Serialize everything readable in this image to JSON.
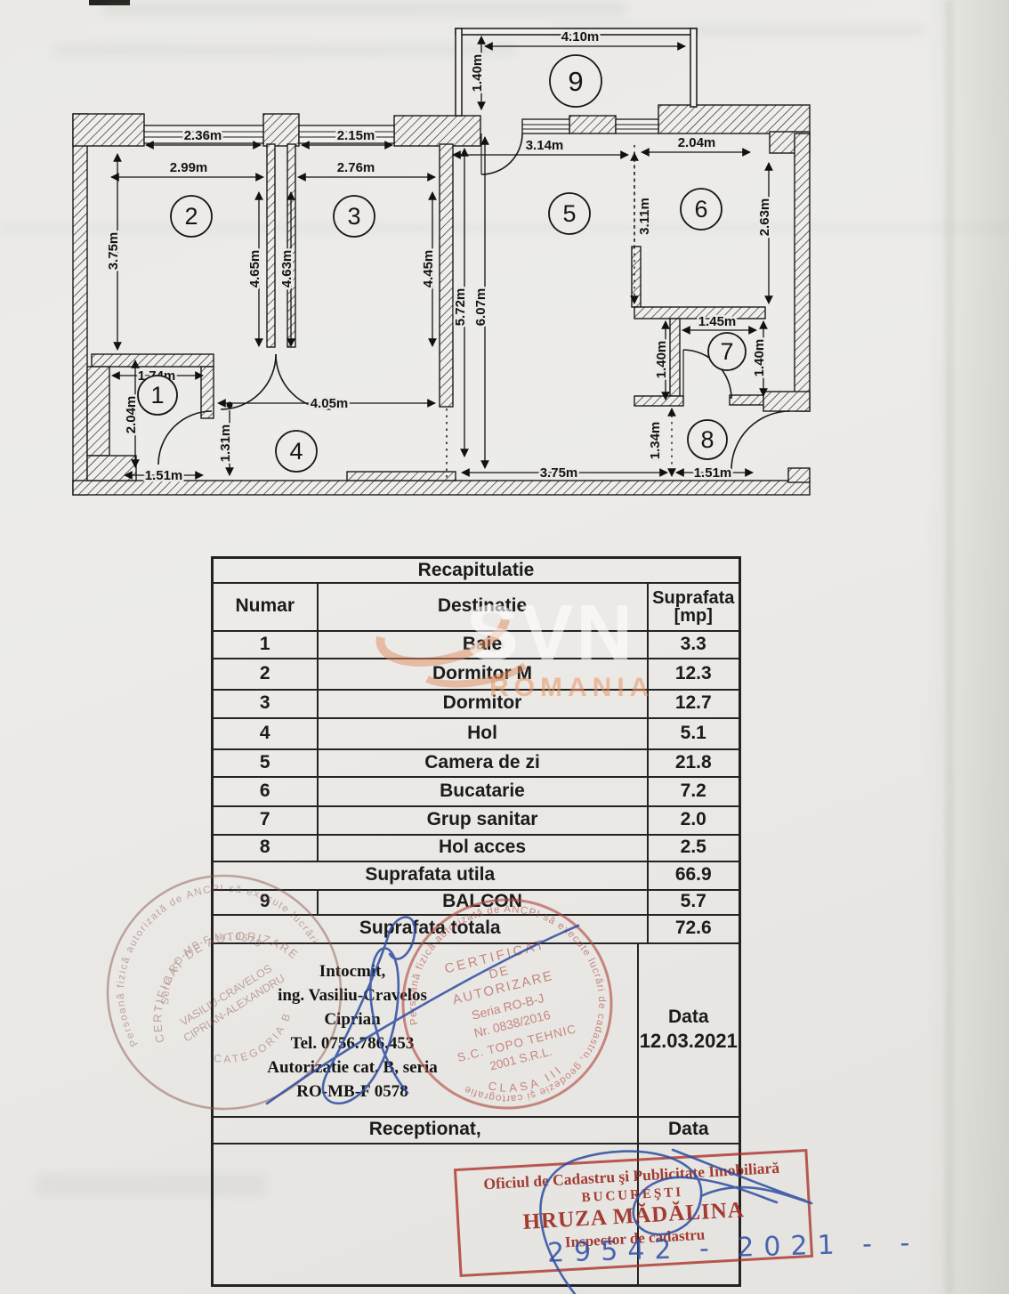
{
  "plan": {
    "rooms": {
      "r1": "1",
      "r2": "2",
      "r3": "3",
      "r4": "4",
      "r5": "5",
      "r6": "6",
      "r7": "7",
      "r8": "8",
      "r9": "9"
    },
    "dims": {
      "d_410": "4.10m",
      "d_140_balcony": "1.40m",
      "d_236": "2.36m",
      "d_215": "2.15m",
      "d_299": "2.99m",
      "d_276": "2.76m",
      "d_314": "3.14m",
      "d_204_top": "2.04m",
      "d_375_left": "3.75m",
      "d_465": "4.65m",
      "d_463": "4.63m",
      "d_445": "4.45m",
      "d_572": "5.72m",
      "d_607": "6.07m",
      "d_311": "3.11m",
      "d_263": "2.63m",
      "d_174": "1.74m",
      "d_204_bath": "2.04m",
      "d_131": "1.31m",
      "d_405": "4.05m",
      "d_151_left": "1.51m",
      "d_145": "1.45m",
      "d_140_wc_left": "1.40m",
      "d_140_wc_right": "1.40m",
      "d_134": "1.34m",
      "d_375_bottom": "3.75m",
      "d_151_right": "1.51m"
    }
  },
  "table": {
    "title": "Recapitulatie",
    "col_numar": "Numar",
    "col_destinatie": "Destinatie",
    "col_suprafata_line1": "Suprafata",
    "col_suprafata_line2": "[mp]",
    "rows": [
      {
        "nr": "1",
        "dest": "Baie",
        "mp": "3.3"
      },
      {
        "nr": "2",
        "dest": "Dormitor M",
        "mp": "12.3"
      },
      {
        "nr": "3",
        "dest": "Dormitor",
        "mp": "12.7"
      },
      {
        "nr": "4",
        "dest": "Hol",
        "mp": "5.1"
      },
      {
        "nr": "5",
        "dest": "Camera de zi",
        "mp": "21.8"
      },
      {
        "nr": "6",
        "dest": "Bucatarie",
        "mp": "7.2"
      },
      {
        "nr": "7",
        "dest": "Grup sanitar",
        "mp": "2.0"
      },
      {
        "nr": "8",
        "dest": "Hol acces",
        "mp": "2.5"
      }
    ],
    "utila_label": "Suprafata utila",
    "utila_value": "66.9",
    "balcon_nr": "9",
    "balcon_dest": "BALCON",
    "balcon_mp": "5.7",
    "totala_label": "Suprafata totala",
    "totala_value": "72.6",
    "intocmit_lines": [
      "Intocmit,",
      "ing. Vasiliu-Cravelos",
      "Ciprian",
      "Tel. 0756.786.453",
      "Autorizatie cat. B, seria",
      "RO-MB-F 0578"
    ],
    "data_label": "Data",
    "data_value": "12.03.2021",
    "receptionat_label": "Receptionat,",
    "data_label2": "Data"
  },
  "watermark": {
    "text": "SVN",
    "subtext": "ROMANIA"
  },
  "stamps": {
    "personal_round": {
      "ring": "Persoană fizică autorizată de ANCPI să execute lucrări",
      "arc1": "CERTIFICAT DE AUTORIZARE",
      "arc2": "Seria RO-MB-F  Nr. 0578",
      "name1": "VASILIU-CRAVELOS",
      "name2": "CIPRIAN-ALEXANDRU",
      "bottom": "CATEGORIA B"
    },
    "company_round": {
      "ring": "Persoană fizică autorizată de ANCPI să execute lucrări de cadastru, geodezie şi cartografie",
      "l1": "CERTIFICAT",
      "l2": "DE",
      "l3": "AUTORIZARE",
      "l4": "Seria RO-B-J",
      "l5": "Nr. 0838/2016",
      "l6": "S.C. TOPO TEHNIC",
      "l7": "2001 S.R.L.",
      "bottom": "CLASA III"
    },
    "office_rect": {
      "l1": "Oficiul de Cadastru şi Publicitate Imobiliară",
      "l2": "BUCUREŞTI",
      "l3": "HRUZA MĂDĂLINA",
      "l4": "Inspector de cadastru"
    },
    "registration_number": "29542 - 2021 - -"
  },
  "colors": {
    "paper": "#eae9e6",
    "ink": "#1b1b1b",
    "stamp_red": "#a83428",
    "pen_blue": "#2d4da0",
    "watermark_orange": "#e79461"
  }
}
